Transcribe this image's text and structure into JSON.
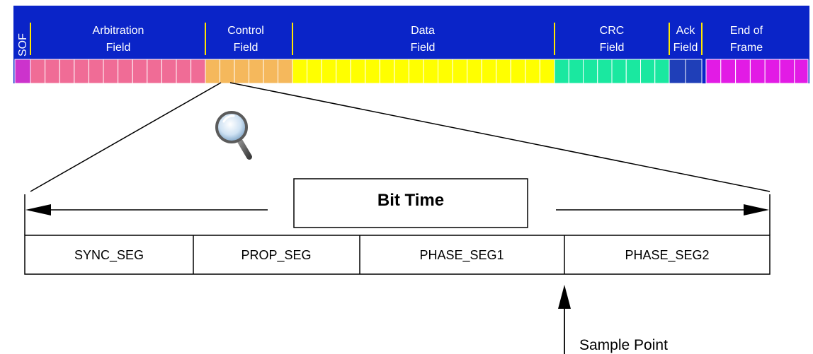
{
  "frame": {
    "fields": [
      {
        "id": "sof",
        "label_line1": "SOF",
        "label_line2": "",
        "color": "#cc33cc"
      },
      {
        "id": "arbitration",
        "label_line1": "Arbitration",
        "label_line2": "Field",
        "color": "#f06c96"
      },
      {
        "id": "control",
        "label_line1": "Control",
        "label_line2": "Field",
        "color": "#f5b85c"
      },
      {
        "id": "data",
        "label_line1": "Data",
        "label_line2": "Field",
        "color": "#ffff00"
      },
      {
        "id": "crc",
        "label_line1": "CRC",
        "label_line2": "Field",
        "color": "#1ae8a0"
      },
      {
        "id": "ack",
        "label_line1": "Ack",
        "label_line2": "Field",
        "color": "#1f3fb8"
      },
      {
        "id": "eof",
        "label_line1": "End of",
        "label_line2": "Frame",
        "color": "#e21be5"
      }
    ],
    "header_bg": "#0a24c8"
  },
  "bit_time": {
    "label": "Bit Time",
    "segments": [
      {
        "label": "SYNC_SEG"
      },
      {
        "label": "PROP_SEG"
      },
      {
        "label": "PHASE_SEG1"
      },
      {
        "label": "PHASE_SEG2"
      }
    ]
  },
  "sample_point": {
    "label": "Sample Point"
  },
  "icons": {
    "zoom": "magnifier-icon"
  }
}
